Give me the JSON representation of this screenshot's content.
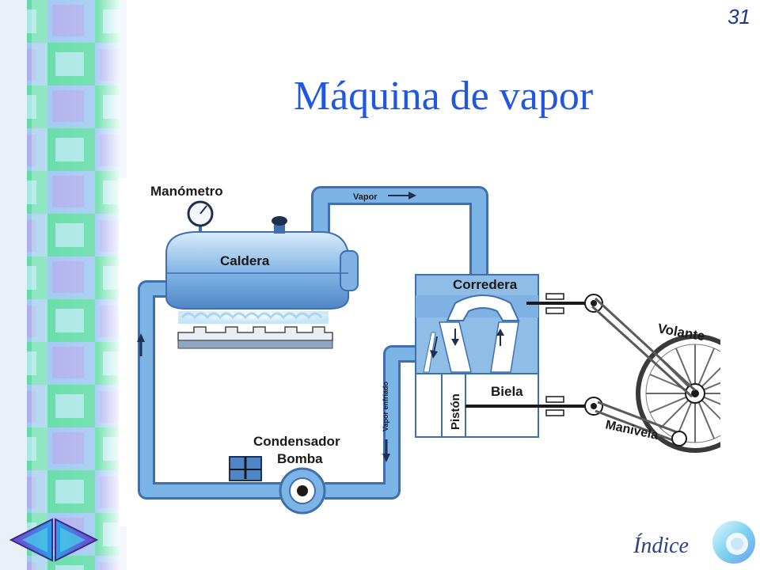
{
  "slide": {
    "page_number": "31",
    "title": "Máquina de vapor",
    "index_label": "Índice"
  },
  "diagram": {
    "labels": {
      "manometro": "Manómetro",
      "vapor": "Vapor",
      "caldera": "Caldera",
      "corredera": "Corredera",
      "volante": "Volante",
      "piston": "Pistón",
      "biela": "Biela",
      "vapor_enfriado": "Vapor enfriado",
      "condensador": "Condensador",
      "bomba": "Bomba",
      "manivela": "Manivela"
    }
  },
  "navigation": {
    "prev_icon": "left-arrow-icon",
    "next_icon": "right-arrow-icon",
    "index_icon": "ring-orb-icon"
  },
  "colors": {
    "title": "#1f57e0",
    "pipe": "#6fa6df",
    "pipe_dark": "#3f6fae",
    "chamber": "#8fbde6",
    "sidebar_green": "#5ed6a8",
    "sidebar_blue": "#9ec2f0"
  }
}
